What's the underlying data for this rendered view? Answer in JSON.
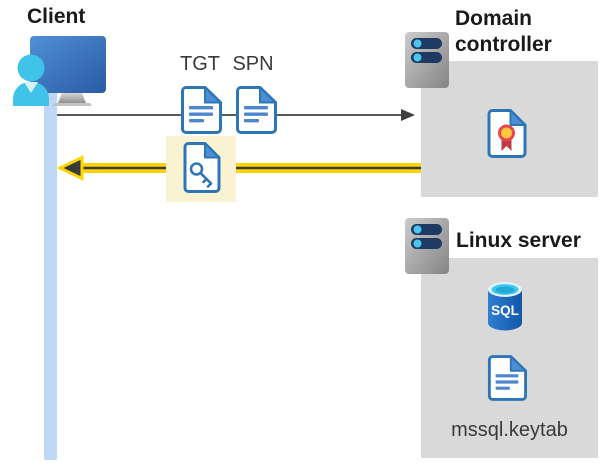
{
  "client": {
    "label": "Client"
  },
  "flow": {
    "tgt_label": "TGT",
    "spn_label": "SPN"
  },
  "domain_controller": {
    "label": "Domain controller"
  },
  "linux_server": {
    "label": "Linux server",
    "sql_badge": "SQL",
    "keytab_filename": "mssql.keytab"
  },
  "icons": {
    "client": "user-at-computer-icon",
    "timeline": "client-timeline-bar",
    "request": "request-arrow-gray",
    "response": "response-arrow-yellow",
    "tgt": "document-icon",
    "spn": "document-icon",
    "keytab_ticket": "document-key-icon",
    "domain_controller": "server-icon",
    "certificate": "certificate-icon",
    "linux_server": "server-icon",
    "database": "sql-database-icon",
    "keytab_file": "document-icon"
  },
  "colors": {
    "arrow_yellow": "#ffd400",
    "arrow_dark": "#3a3a3a",
    "request_gray": "#58595b",
    "highlight_yellow": "#faf3d1",
    "panel_gray": "#d9d9d9",
    "timeline_blue": "#bed8f5",
    "doc_border_blue": "#2e75b6",
    "person_cyan": "#3fc3e9"
  }
}
